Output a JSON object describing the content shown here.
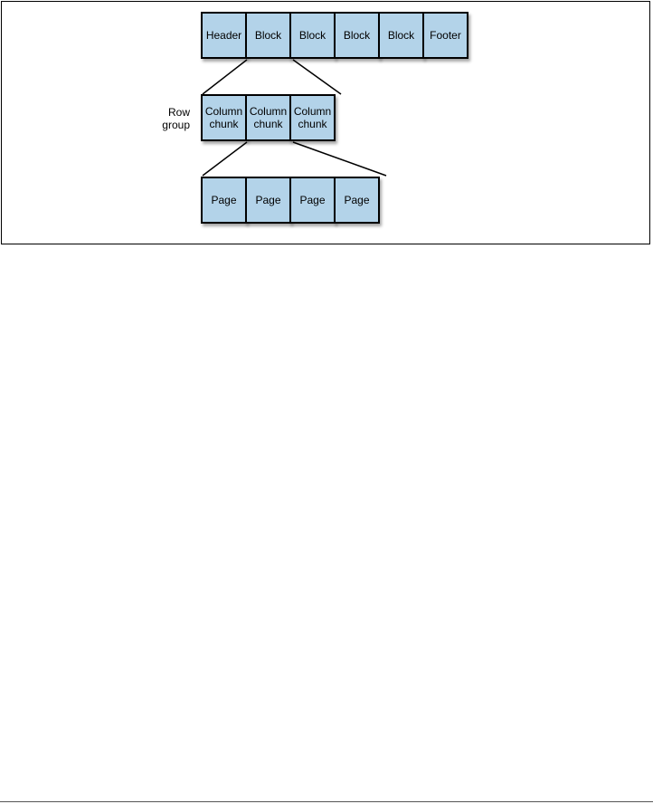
{
  "diagram": {
    "file_row": [
      "Header",
      "Block",
      "Block",
      "Block",
      "Block",
      "Footer"
    ],
    "row_group_label": "Row\ngroup",
    "column_chunks": [
      "Column\nchunk",
      "Column\nchunk",
      "Column\nchunk"
    ],
    "pages": [
      "Page",
      "Page",
      "Page",
      "Page"
    ],
    "colors": {
      "box_fill": "#b3d3e9",
      "box_border": "#000000",
      "line": "#000000"
    }
  }
}
